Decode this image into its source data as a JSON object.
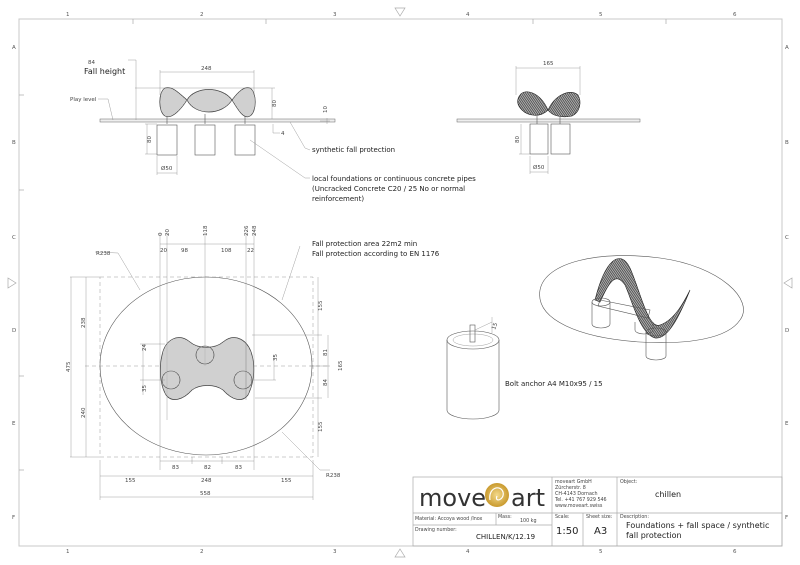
{
  "sheet": {
    "columns": [
      "1",
      "2",
      "3",
      "4",
      "5",
      "6"
    ],
    "rows": [
      "A",
      "B",
      "C",
      "D",
      "E",
      "F"
    ]
  },
  "front_view": {
    "fall_height_value": "84",
    "fall_height_label": "Fall height",
    "play_level_label": "Play level",
    "width_dim": "248",
    "seat_height_dim": "80",
    "protection_thickness_dim": "10",
    "offset_dim": "4",
    "foundation_depth_dim": "80",
    "foundation_diameter_dim": "Ø50",
    "synthetic_label": "synthetic fall protection",
    "foundation_label_lines": [
      "local foundations or continuous concrete pipes",
      "(Uncracked Concrete C20 / 25 No or normal",
      "reinforcement)"
    ]
  },
  "side_view": {
    "width_dim": "165",
    "foundation_depth_dim": "80",
    "foundation_diameter_dim": "Ø50"
  },
  "plan_view": {
    "fall_area_lines": [
      "Fall protection area 22m2 min",
      "Fall protection according to EN 1176"
    ],
    "radius_top": "R238",
    "radius_bottom": "R238",
    "top_ordinates": [
      "0",
      "20",
      "118",
      "226",
      "248"
    ],
    "top_chain": [
      "20",
      "98",
      "108",
      "22"
    ],
    "left_total": "475",
    "left_upper": "238",
    "left_lower": "240",
    "right_chain": [
      "155",
      "81",
      "84",
      "155"
    ],
    "right_mid": "165",
    "inner_left": [
      "24",
      "35"
    ],
    "inner_right": "35",
    "bottom_chain_inner": [
      "83",
      "82",
      "83"
    ],
    "bottom_chain": [
      "155",
      "248",
      "155"
    ],
    "bottom_total": "558"
  },
  "detail": {
    "bolt_label": "Bolt anchor A4 M10x95 / 15",
    "bolt_dim": "15"
  },
  "title_block": {
    "logo_text_left": "move",
    "logo_text_right": "art",
    "logo_color": "#d9b44a",
    "company_lines": [
      "moveart GmbH",
      "Zürcherstr. 8",
      "CH-4143 Dornach",
      "Tel. +41 767 929 546",
      "www.moveart.swiss"
    ],
    "object_label": "Object:",
    "object_value": "chillen",
    "material": "Material: Accoya wood /Inox",
    "mass_label": "Mass:",
    "mass_value": "100 kg",
    "drawing_number_label": "Drawing number:",
    "drawing_number": "CHILLEN/K/12.19",
    "scale_label": "Scale:",
    "scale_value": "1:50",
    "sheet_size_label": "Sheet size:",
    "sheet_size_value": "A3",
    "description_label": "Description:",
    "description_lines": [
      "Foundations + fall space / synthetic",
      "fall protection"
    ]
  }
}
